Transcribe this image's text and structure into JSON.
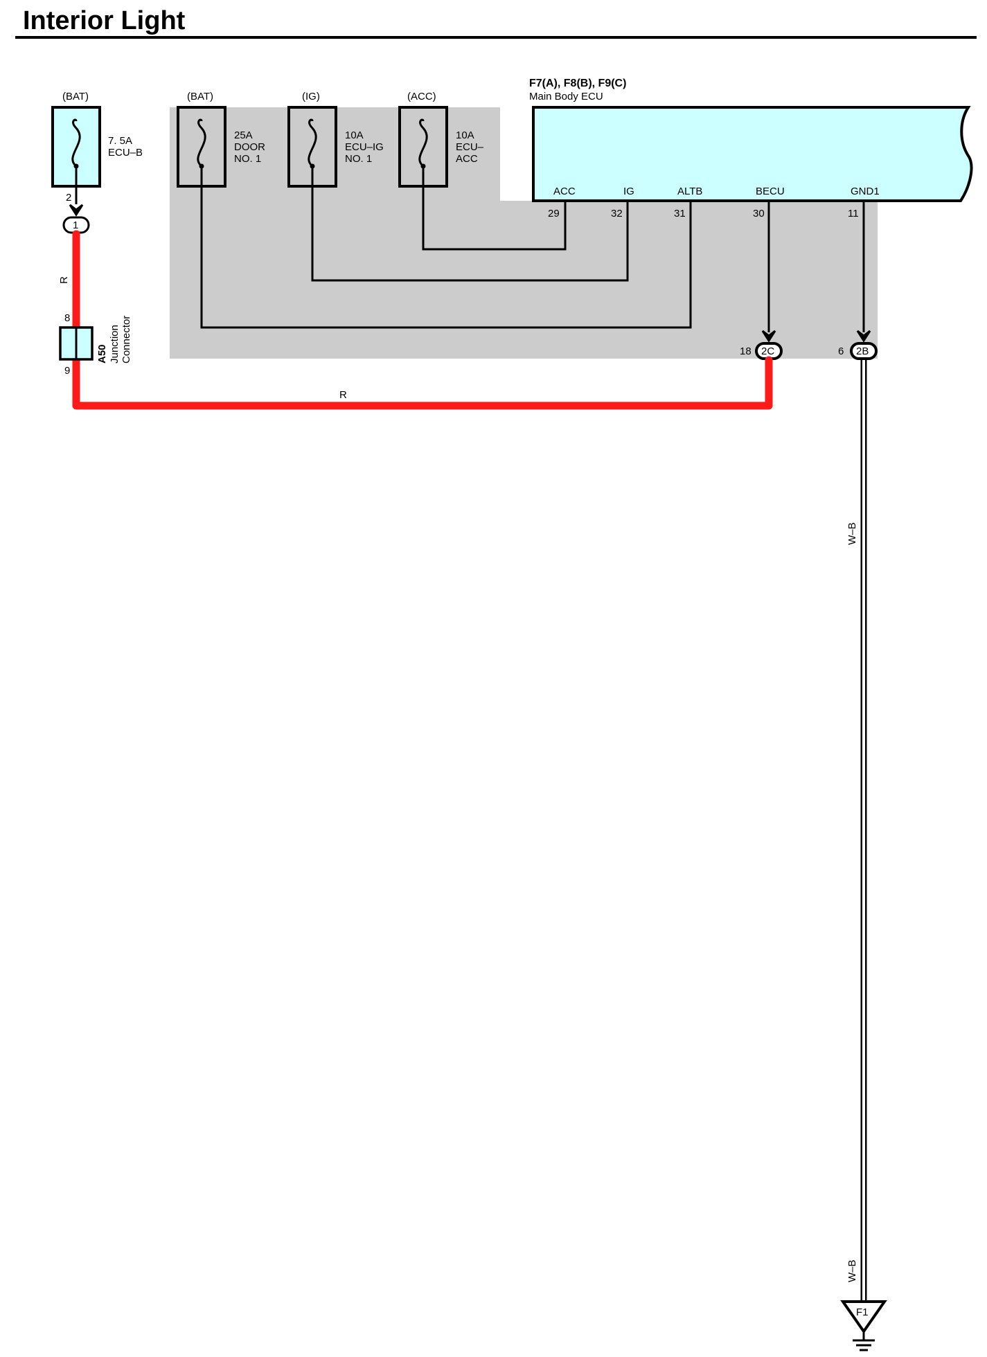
{
  "title": "Interior Light",
  "fuses": [
    {
      "source": "(BAT)",
      "rating": "7. 5A",
      "line2": "ECU–B",
      "line3": ""
    },
    {
      "source": "(BAT)",
      "rating": "25A",
      "line2": "DOOR",
      "line3": "NO. 1"
    },
    {
      "source": "(IG)",
      "rating": "10A",
      "line2": "ECU–IG",
      "line3": "NO. 1"
    },
    {
      "source": "(ACC)",
      "rating": "10A",
      "line2": "ECU–",
      "line3": "ACC"
    }
  ],
  "ecu": {
    "connectors": "F7(A), F8(B), F9(C)",
    "name": "Main Body ECU",
    "terminals": [
      {
        "name": "ACC",
        "pin": "29"
      },
      {
        "name": "IG",
        "pin": "32"
      },
      {
        "name": "ALTB",
        "pin": "31"
      },
      {
        "name": "BECU",
        "pin": "30"
      },
      {
        "name": "GND1",
        "pin": "11"
      }
    ]
  },
  "fuse_ecub_pin": "2",
  "splice_1": "1",
  "junction_connector": {
    "id": "A50",
    "label_1": "Junction",
    "label_2": "Connector",
    "pin_in": "8",
    "pin_out": "9"
  },
  "connector_2c": {
    "id": "2C",
    "pin": "18"
  },
  "connector_2b": {
    "id": "2B",
    "pin": "6"
  },
  "wire_colors": {
    "red": "R",
    "white_black": "W–B"
  },
  "ground": "F1",
  "colors": {
    "red_wire": "#ff1a1a",
    "component_fill": "#ccffff",
    "shaded_area": "#cccccc"
  }
}
